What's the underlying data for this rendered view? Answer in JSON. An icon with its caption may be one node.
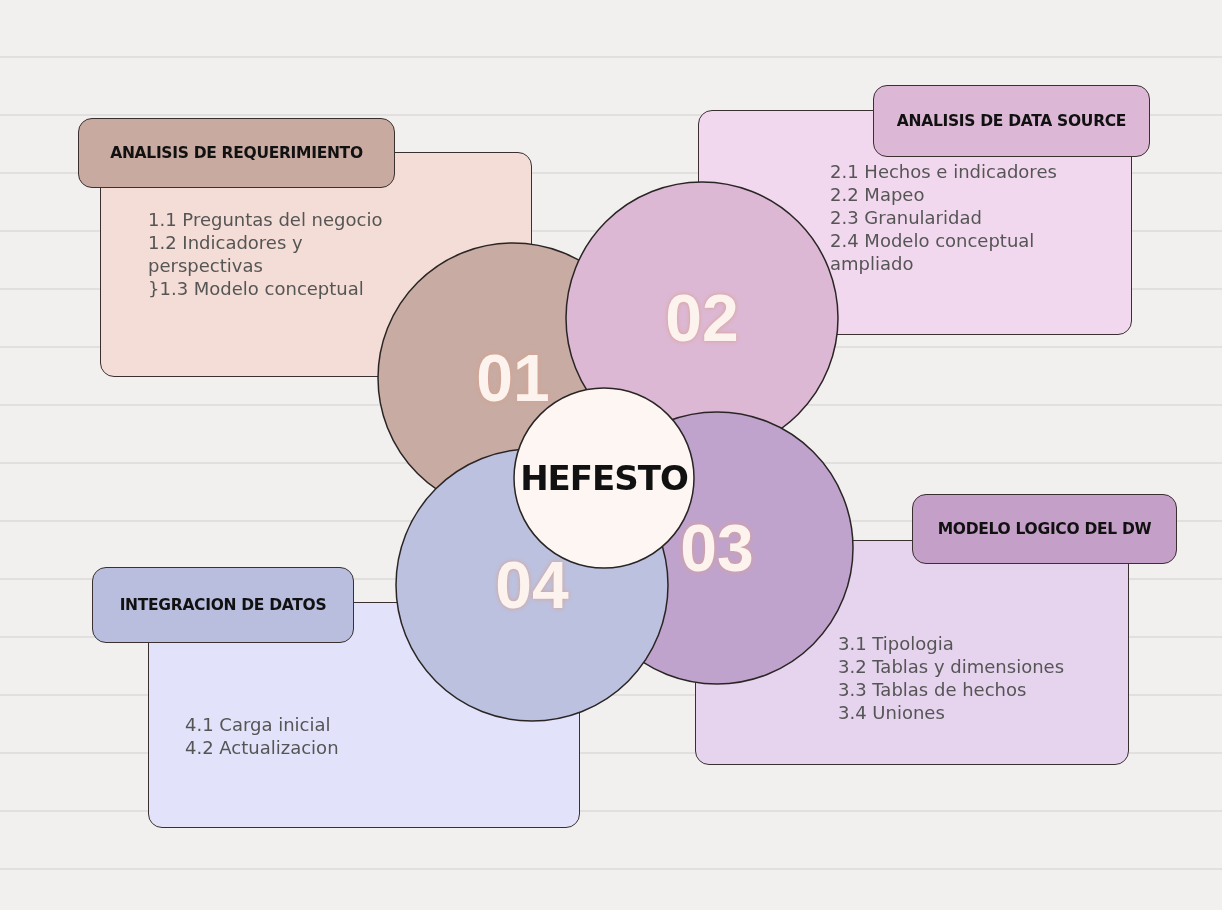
{
  "diagram": {
    "nodes": [
      {
        "text": [
          "ANALISIS DE REQUERIMIENTO",
          "1.1 Preguntas del negocio",
          "1.2 Indicadores y perspectivas",
          "}1.3 Modelo conceptual"
        ]
      },
      {
        "text": [
          "ANALISIS DE DATA SOURCE",
          "2.1 Hechos e indicadores",
          "2.2 Mapeo",
          "2.3 Granularidad",
          "2.4 Modelo conceptual ampliado"
        ]
      },
      {
        "text": [
          "MODELO LOGICO DEL DW",
          "3.1 Tipologia",
          "3.2 Tablas y dimensiones",
          "3.3 Tablas de hechos",
          "3.4 Uniones"
        ]
      },
      {
        "text": [
          "INTEGRACION DE DATOS",
          "4.1 Carga inicial",
          "4.2 Actualizacion"
        ]
      },
      {
        "text": [
          "01"
        ]
      },
      {
        "text": [
          "02"
        ]
      },
      {
        "text": [
          "03"
        ]
      },
      {
        "text": [
          "04"
        ]
      },
      {
        "text": [
          "HEFESTO"
        ]
      }
    ]
  }
}
